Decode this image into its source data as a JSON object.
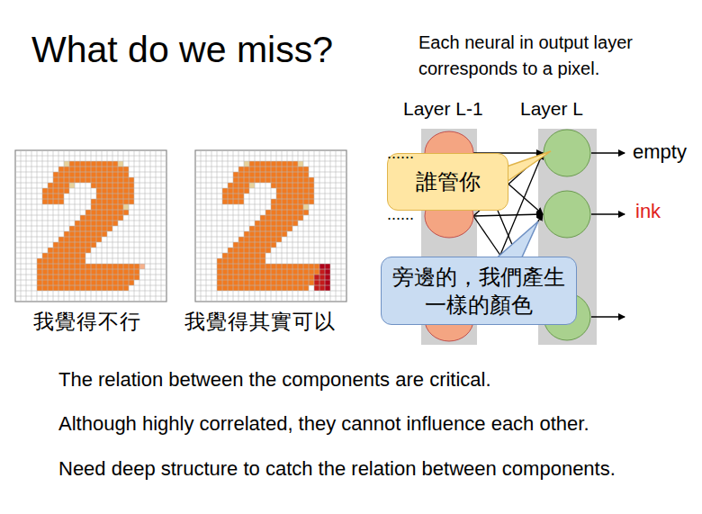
{
  "diagram": {
    "title": "What do we miss?",
    "nodes": [
      {
        "text": [
          "Layer L-1"
        ]
      },
      {
        "text": [
          "Layer L"
        ]
      },
      {
        "text": [
          "誰管你"
        ]
      },
      {
        "text": [
          "旁邊的，我們產生一樣的顏色"
        ]
      }
    ],
    "labels": [
      "Each neural in output layer corresponds to a pixel.",
      "......",
      "......",
      "empty",
      "ink",
      "我覺得不行",
      "我覺得其實可以",
      "The relation between the components are critical.",
      "Although highly correlated, they cannot influence each other.",
      "Need deep structure to catch the relation between components."
    ]
  }
}
